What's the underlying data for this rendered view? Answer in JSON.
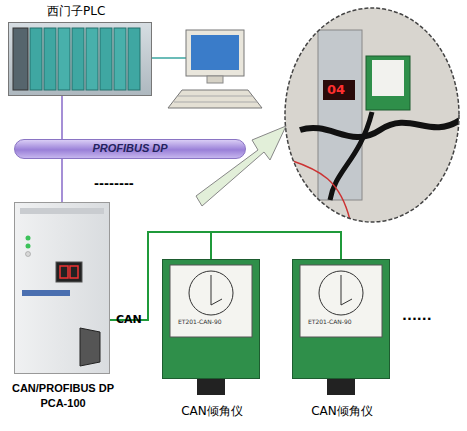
{
  "diagram": {
    "nodes": [
      {
        "text": [
          "西门子PLC"
        ]
      },
      {
        "text": [
          "PROFIBUS DP"
        ]
      },
      {
        "text": [
          "CAN/PROFIBUS DP PCA-100"
        ]
      },
      {
        "text": [
          "CAN倾角仪"
        ]
      },
      {
        "text": [
          "CAN倾角仪"
        ]
      }
    ],
    "edges": [
      {
        "from": 0,
        "to": 1,
        "arrow": "none"
      },
      {
        "from": 1,
        "to": 2,
        "arrow": "none"
      },
      {
        "from": 2,
        "to": 3,
        "arrow": "none"
      },
      {
        "from": 2,
        "to": 4,
        "arrow": "none"
      }
    ],
    "labels": [
      "CAN",
      "--------",
      "......",
      "ET201-CAN-90",
      "ET201-CAN-90",
      "04"
    ]
  }
}
